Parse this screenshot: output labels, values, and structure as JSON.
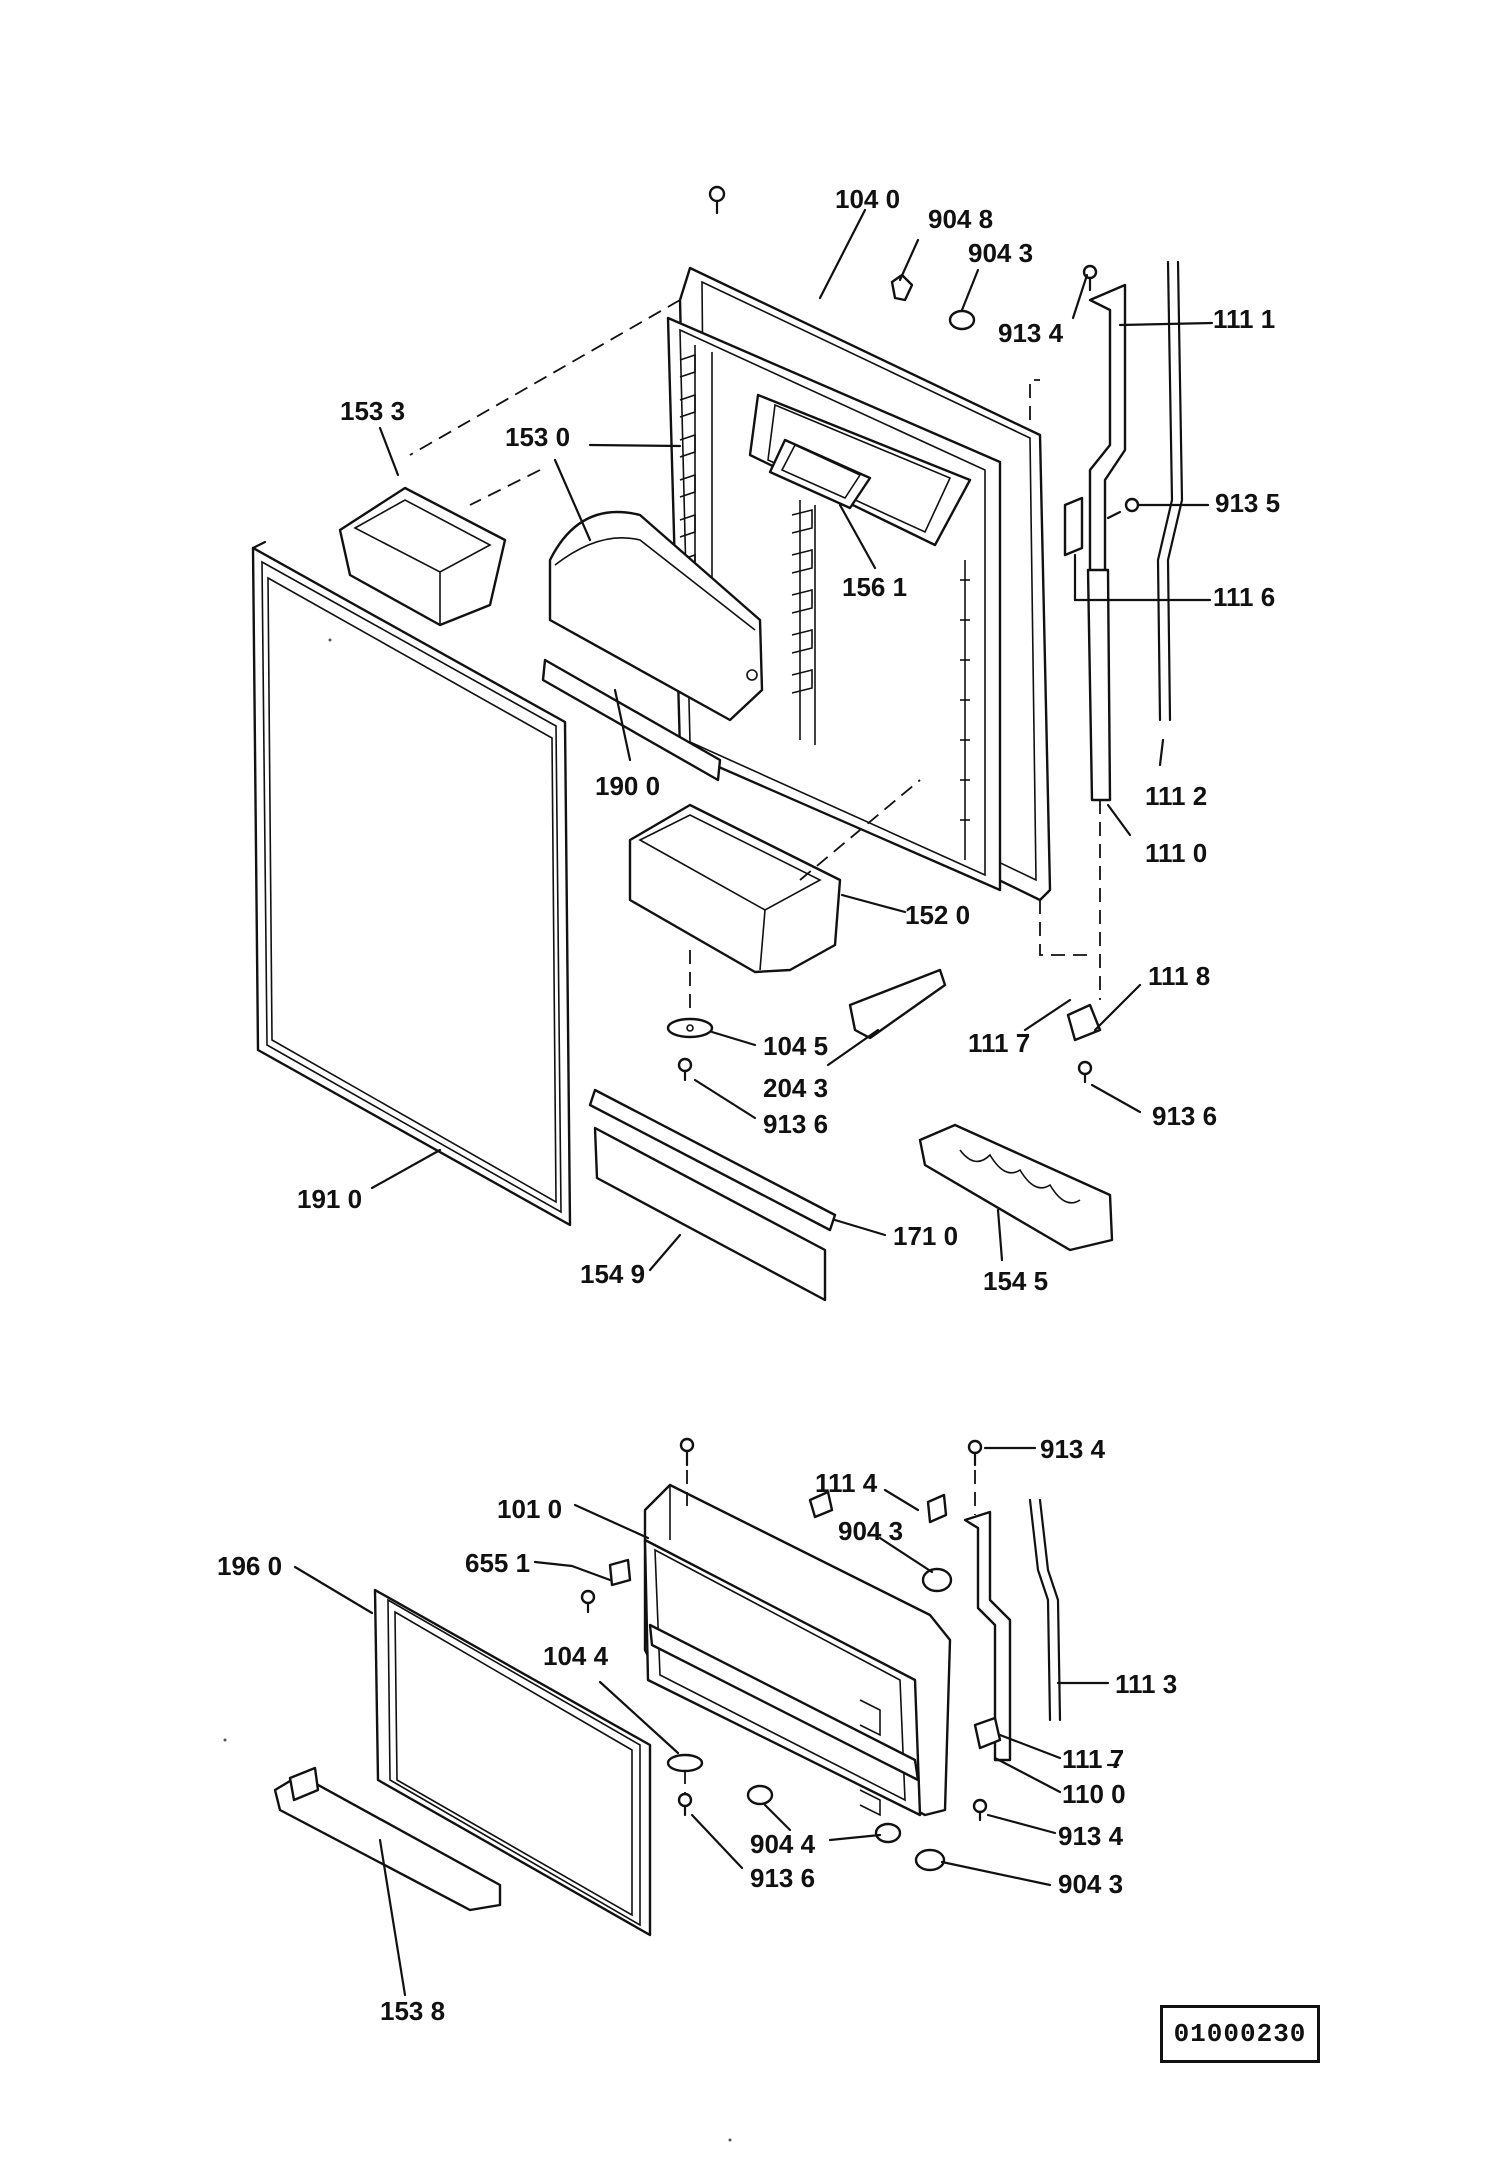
{
  "callouts": [
    {
      "id": "c1040",
      "label": "104 0"
    },
    {
      "id": "c9048",
      "label": "904 8"
    },
    {
      "id": "c9043a",
      "label": "904 3"
    },
    {
      "id": "c9134a",
      "label": "913 4"
    },
    {
      "id": "c1111",
      "label": "111 1"
    },
    {
      "id": "c1533",
      "label": "153 3"
    },
    {
      "id": "c1530",
      "label": "153 0"
    },
    {
      "id": "c9135",
      "label": "913 5"
    },
    {
      "id": "c1561",
      "label": "156 1"
    },
    {
      "id": "c1116",
      "label": "111 6"
    },
    {
      "id": "c1900",
      "label": "190 0"
    },
    {
      "id": "c1112",
      "label": "111 2"
    },
    {
      "id": "c1110",
      "label": "111 0"
    },
    {
      "id": "c1520",
      "label": "152 0"
    },
    {
      "id": "c1118",
      "label": "111 8"
    },
    {
      "id": "c1045",
      "label": "104 5"
    },
    {
      "id": "c1117a",
      "label": "111 7"
    },
    {
      "id": "c2043",
      "label": "204 3"
    },
    {
      "id": "c9136a",
      "label": "913 6"
    },
    {
      "id": "c9136b",
      "label": "913 6"
    },
    {
      "id": "c1910",
      "label": "191 0"
    },
    {
      "id": "c1710",
      "label": "171 0"
    },
    {
      "id": "c1549",
      "label": "154 9"
    },
    {
      "id": "c1545",
      "label": "154 5"
    },
    {
      "id": "c9134b",
      "label": "913 4"
    },
    {
      "id": "c1114",
      "label": "111 4"
    },
    {
      "id": "c1010",
      "label": "101 0"
    },
    {
      "id": "c9043b",
      "label": "904 3"
    },
    {
      "id": "c1960",
      "label": "196 0"
    },
    {
      "id": "c6551",
      "label": "655 1"
    },
    {
      "id": "c1044",
      "label": "104 4"
    },
    {
      "id": "c1113",
      "label": "111 3"
    },
    {
      "id": "c1117b",
      "label": "111 7"
    },
    {
      "id": "c1100",
      "label": "110 0"
    },
    {
      "id": "c9044",
      "label": "904 4"
    },
    {
      "id": "c9134c",
      "label": "913 4"
    },
    {
      "id": "c9136c",
      "label": "913 6"
    },
    {
      "id": "c9043c",
      "label": "904 3"
    },
    {
      "id": "c1538",
      "label": "153 8"
    }
  ],
  "drawing_number": "01000230"
}
